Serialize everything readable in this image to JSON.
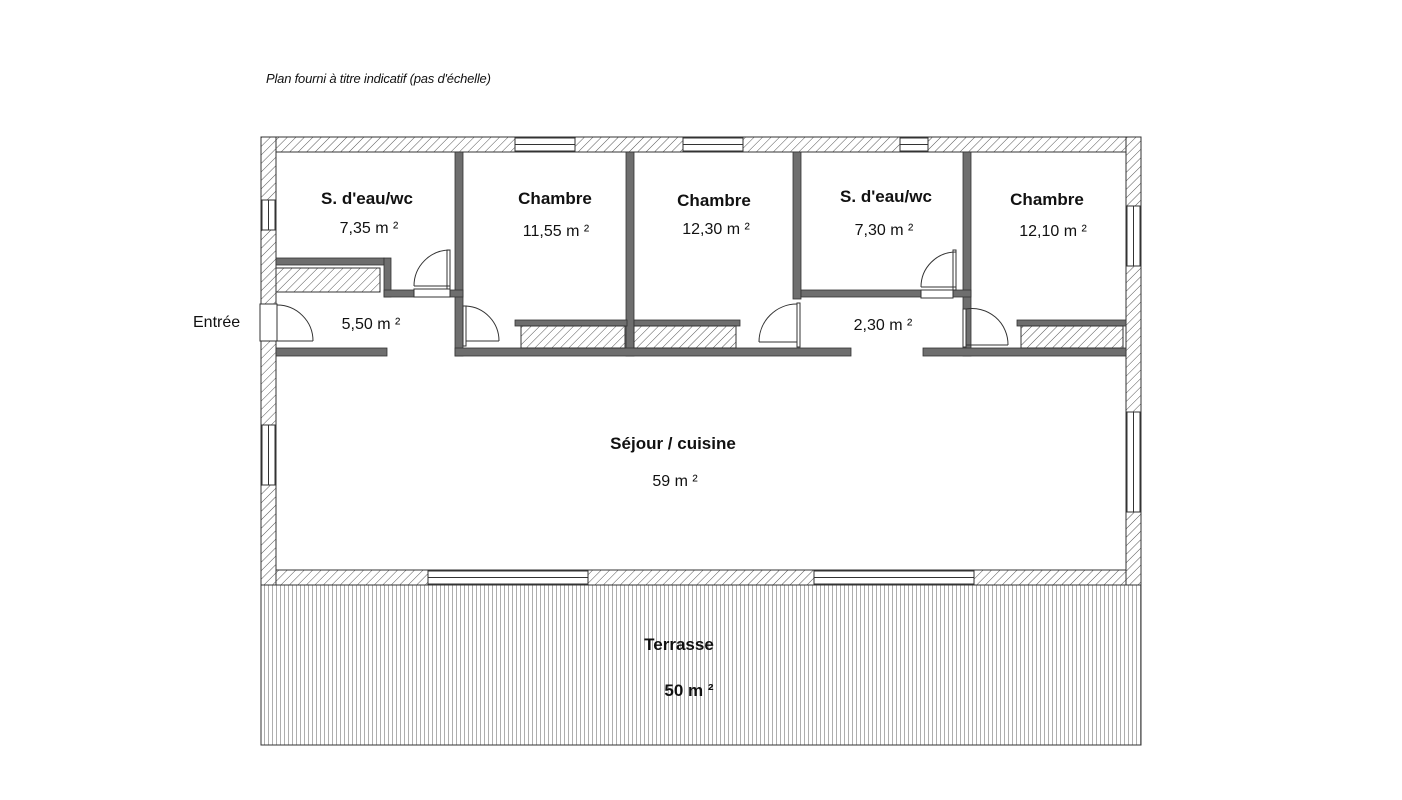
{
  "note": "Plan fourni à titre indicatif (pas d'échelle)",
  "entrance_label": "Entrée",
  "rooms": [
    {
      "id": "sdeau1",
      "name": "S. d'eau/wc",
      "area": "7,35 m ²"
    },
    {
      "id": "chambre1",
      "name": "Chambre",
      "area": "11,55 m ²"
    },
    {
      "id": "chambre2",
      "name": "Chambre",
      "area": "12,30 m ²"
    },
    {
      "id": "sdeau2",
      "name": "S. d'eau/wc",
      "area": "7,30 m ²"
    },
    {
      "id": "chambre3",
      "name": "Chambre",
      "area": "12,10 m ²"
    },
    {
      "id": "entree",
      "name": "",
      "area": "5,50 m ²"
    },
    {
      "id": "couloir",
      "name": "",
      "area": "2,30 m ²"
    },
    {
      "id": "sejour",
      "name": "Séjour / cuisine",
      "area": "59 m ²"
    },
    {
      "id": "terrasse",
      "name": "Terrasse",
      "area": "50 m ²"
    }
  ]
}
